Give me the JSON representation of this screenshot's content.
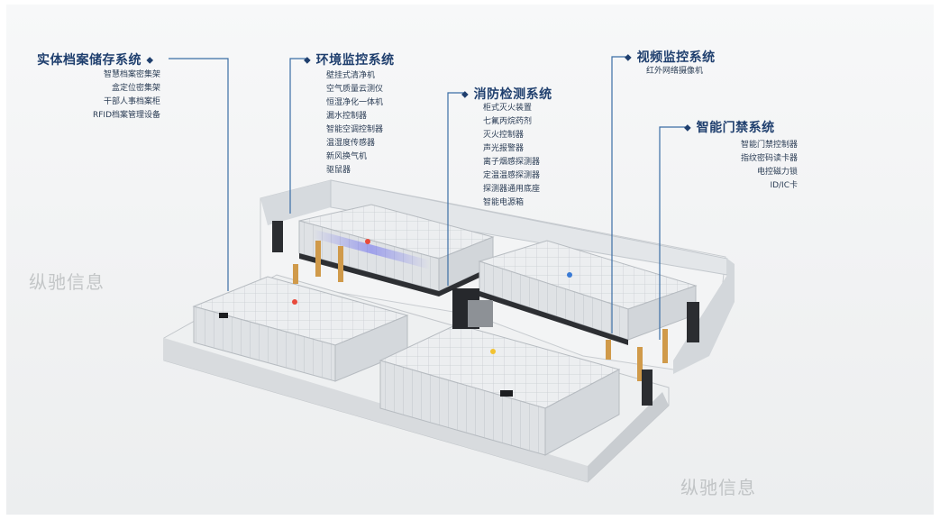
{
  "systems": [
    {
      "title": "实体档案储存系统",
      "items": [
        "智慧档案密集架",
        "盒定位密集架",
        "干部人事档案柜",
        "RFID档案管理设备"
      ]
    },
    {
      "title": "环境监控系统",
      "items": [
        "壁挂式清净机",
        "空气质量云测仪",
        "恒湿净化一体机",
        "漏水控制器",
        "智能空调控制器",
        "温湿度传感器",
        "新风换气机",
        "驱鼠器"
      ]
    },
    {
      "title": "消防检测系统",
      "items": [
        "柜式灭火装置",
        "七氟丙烷药剂",
        "灭火控制器",
        "声光报警器",
        "离子烟感探测器",
        "定温温感探测器",
        "探测器通用底座",
        "智能电源箱"
      ]
    },
    {
      "title": "视频监控系统",
      "items": [
        "红外网络摄像机"
      ]
    },
    {
      "title": "智能门禁系统",
      "items": [
        "智能门禁控制器",
        "指纹密码读卡器",
        "电控磁力锁",
        "ID/IC卡"
      ]
    }
  ],
  "watermarks": [
    "纵驰信息",
    "纵驰信息"
  ],
  "colors": {
    "title": "#1f3f6e",
    "leader": "#3b6ea5",
    "text": "#2b3d55",
    "cabinet": "#e6e8ea",
    "floor": "#f4f5f6",
    "wall": "#d9dcdf"
  }
}
